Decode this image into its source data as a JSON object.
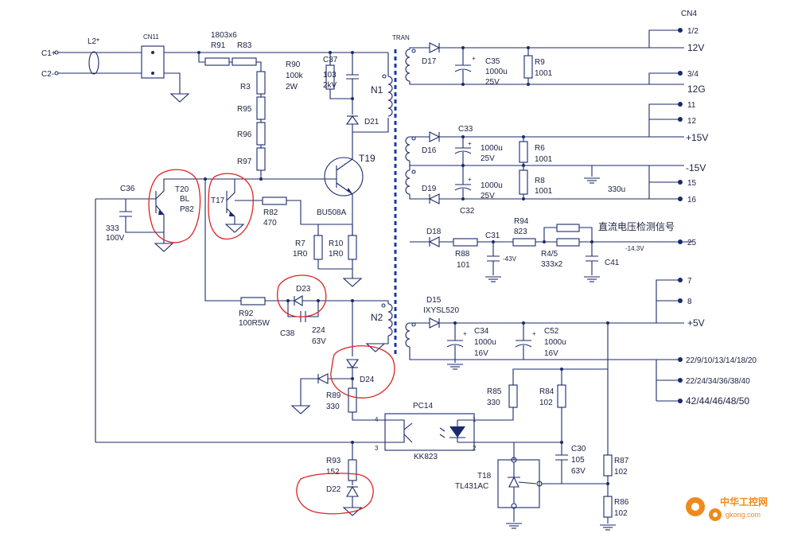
{
  "inputs": {
    "c1": "C1+",
    "c2": "C2-",
    "l2": "L2*",
    "cn11": "CN11"
  },
  "resistors_top": {
    "group": "1803x6",
    "r91": "R91",
    "r83": "R83",
    "r3": "R3",
    "r95": "R95",
    "r96": "R96",
    "r97": "R97"
  },
  "snubber": {
    "r90": "R90",
    "r90_val1": "100k",
    "r90_val2": "2W",
    "c37": "C37",
    "c37_val1": "103",
    "c37_val2": "2kV",
    "d21": "D21",
    "n1": "N1"
  },
  "transistor": {
    "t19": "T19",
    "t19_type": "BU508A"
  },
  "drive": {
    "c36": "C36",
    "c36_val1": "333",
    "c36_val2": "100V",
    "t20": "T20",
    "t20_val1": "BL",
    "t20_val2": "P82",
    "t17": "T17",
    "r82": "R82",
    "r82_val": "470",
    "r7": "R7",
    "r7_val": "1R0",
    "r10": "R10",
    "r10_val": "1R0"
  },
  "aux": {
    "r92": "R92",
    "r92_val": "100R5W",
    "d23": "D23",
    "c38": "C38",
    "c38_val1": "224",
    "c38_val2": "63V",
    "n2": "N2",
    "d24": "D24",
    "r89": "R89",
    "r89_val": "330",
    "r93": "R93",
    "r93_val": "152",
    "d22": "D22"
  },
  "opto": {
    "pc14": "PC14",
    "kk823": "KK823",
    "pin1": "1",
    "pin2": "2",
    "pin3": "3",
    "pin4": "4"
  },
  "tran": "TRAN",
  "out12": {
    "d17": "D17",
    "c35": "C35",
    "c35_val1": "1000u",
    "c35_val2": "25V",
    "r9": "R9",
    "r9_val": "1001"
  },
  "out15": {
    "d16": "D16",
    "c33": "C33",
    "c33_val1": "1000u",
    "c33_val2": "25V",
    "r6": "R6",
    "r6_val": "1001",
    "d19": "D19",
    "c32": "C32",
    "c32_val1": "1000u",
    "c32_val2": "25V",
    "r8": "R8",
    "r8_val": "1001",
    "gnd_cap": "330u"
  },
  "sense": {
    "d18": "D18",
    "r94": "R94",
    "r94_val": "823",
    "r88": "R88",
    "r88_val": "101",
    "c31": "C31",
    "c31_v": "-43V",
    "r45": "R4/5",
    "r45_val": "333x2",
    "c41": "C41",
    "label": "直流电压检测信号",
    "v143": "-14.3V"
  },
  "out5": {
    "d15": "D15",
    "d15_type": "IXYSL520",
    "c34": "C34",
    "c34_val1": "1000u",
    "c34_val2": "16V",
    "c52": "C52",
    "c52_val1": "1000u",
    "c52_val2": "16V"
  },
  "feedback": {
    "r85": "R85",
    "r85_val": "330",
    "r84": "R84",
    "r84_val": "102",
    "c30": "C30",
    "c30_val1": "105",
    "c30_val2": "63V",
    "t18": "T18",
    "t18_type": "TL431AC",
    "r87": "R87",
    "r87_val": "102",
    "r86": "R86",
    "r86_val": "102"
  },
  "connector": {
    "title": "CN4",
    "p12": "1/2",
    "l12": "12V",
    "p34": "3/4",
    "l34": "12G",
    "p11": "11",
    "p12b": "12",
    "l15": "+15V",
    "l15n": "-15V",
    "p15": "15",
    "p16": "16",
    "p25": "25",
    "p7": "7",
    "p8": "8",
    "l5": "+5V",
    "g1": "22/9/10/13/14/18/20",
    "g2": "22/24/34/36/38/40",
    "g3": "42/44/46/48/50"
  },
  "watermark": {
    "text": "中华工控网",
    "url": "gkong.com"
  },
  "colors": {
    "wire": "#1a2a6a",
    "mark": "#dd2222",
    "core": "#1a3aa0",
    "logo": "#f08a1c"
  }
}
